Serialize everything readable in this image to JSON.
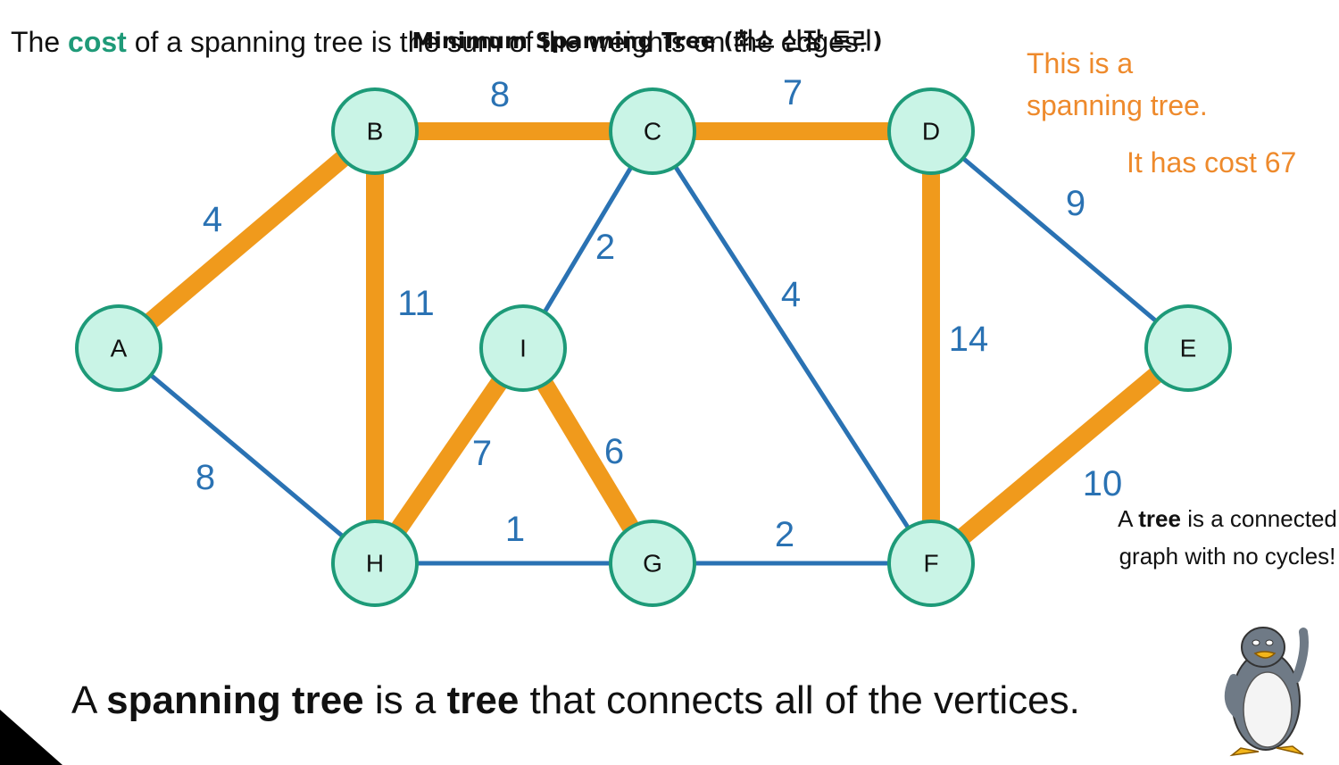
{
  "title": "Minimum Spanning Tree (최소 신장 트리)",
  "cost_note": {
    "prefix": "The ",
    "highlight": "cost",
    "suffix": " of a spanning tree is the sum of the weights on the edges."
  },
  "spanning_note": "This is a spanning tree.",
  "cost_value": "It has cost 67",
  "tree_note": {
    "prefix": "A ",
    "bold": "tree",
    "suffix": " is a connected graph with no cycles!"
  },
  "definition": {
    "part1": "A ",
    "bold1": "spanning tree",
    "part2": " is a ",
    "bold2": "tree",
    "part3": " that connects all of the vertices."
  },
  "colors": {
    "tree_edge": "#f09a1c",
    "normal_edge": "#2a72b3",
    "node_fill": "#c9f4e6",
    "node_stroke": "#1d9a78",
    "orange_text": "#ee8a2c",
    "teal_text": "#1f9a78"
  },
  "graph": {
    "nodes": [
      "A",
      "B",
      "C",
      "D",
      "E",
      "F",
      "G",
      "H",
      "I"
    ],
    "edges": [
      {
        "from": "A",
        "to": "B",
        "weight": "4",
        "in_tree": true
      },
      {
        "from": "A",
        "to": "H",
        "weight": "8",
        "in_tree": false
      },
      {
        "from": "B",
        "to": "C",
        "weight": "8",
        "in_tree": true
      },
      {
        "from": "B",
        "to": "H",
        "weight": "11",
        "in_tree": true
      },
      {
        "from": "C",
        "to": "D",
        "weight": "7",
        "in_tree": true
      },
      {
        "from": "C",
        "to": "I",
        "weight": "2",
        "in_tree": false
      },
      {
        "from": "C",
        "to": "F",
        "weight": "4",
        "in_tree": false
      },
      {
        "from": "D",
        "to": "E",
        "weight": "9",
        "in_tree": false
      },
      {
        "from": "D",
        "to": "F",
        "weight": "14",
        "in_tree": true
      },
      {
        "from": "E",
        "to": "F",
        "weight": "10",
        "in_tree": true
      },
      {
        "from": "H",
        "to": "I",
        "weight": "7",
        "in_tree": true
      },
      {
        "from": "I",
        "to": "G",
        "weight": "6",
        "in_tree": true
      },
      {
        "from": "H",
        "to": "G",
        "weight": "1",
        "in_tree": false
      },
      {
        "from": "G",
        "to": "F",
        "weight": "2",
        "in_tree": false
      }
    ]
  }
}
